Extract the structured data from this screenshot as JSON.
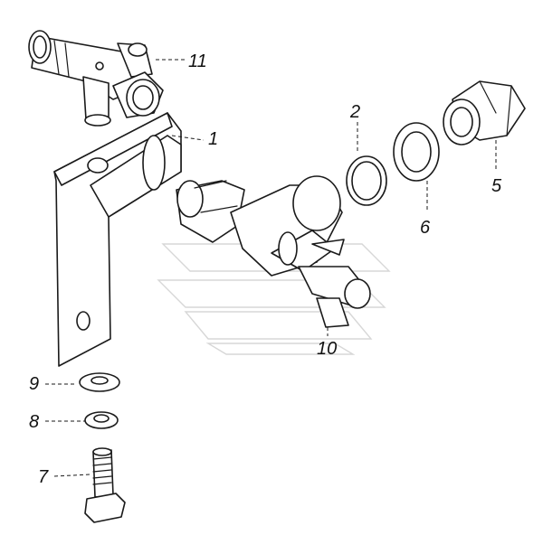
{
  "callouts": {
    "c1": "1",
    "c2": "2",
    "c5": "5",
    "c6": "6",
    "c7": "7",
    "c8": "8",
    "c9": "9",
    "c10": "10",
    "c11": "11"
  }
}
